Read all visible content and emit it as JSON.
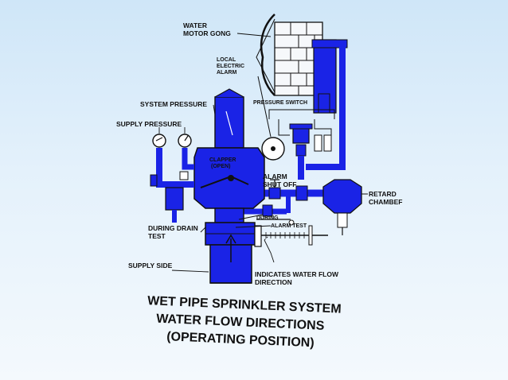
{
  "colors": {
    "flow": "#1a23e6",
    "line": "#111111",
    "background": "#dbeefa"
  },
  "labels": {
    "water_motor_gong_1": "WATER",
    "water_motor_gong_2": "MOTOR GONG",
    "local_alarm_1": "LOCAL",
    "local_alarm_2": "ELECTRIC",
    "local_alarm_3": "ALARM",
    "pressure_switch": "PRESSURE SWITCH",
    "system_pressure": "SYSTEM PRESSURE",
    "supply_pressure": "SUPPLY PRESSURE",
    "clapper_1": "CLAPPER",
    "clapper_2": "(OPEN)",
    "alarm_shut_off_1": "ALARM",
    "alarm_shut_off_2": "SHUT OFF",
    "retard_chamber_1": "RETARD",
    "retard_chamber_2": "CHAMBEF",
    "during": "DURING",
    "alarm_test": "ALARM TEST",
    "during_drain_test_1": "DURING DRAIN",
    "during_drain_test_2": "TEST",
    "supply_side": "SUPPLY SIDE",
    "indicates_flow_1": "INDICATES WATER FLOW",
    "indicates_flow_2": "DIRECTION"
  },
  "caption": {
    "line1": "WET PIPE SPRINKLER SYSTEM",
    "line2": "WATER  FLOW DIRECTIONS",
    "line3": "(OPERATING POSITION)"
  }
}
